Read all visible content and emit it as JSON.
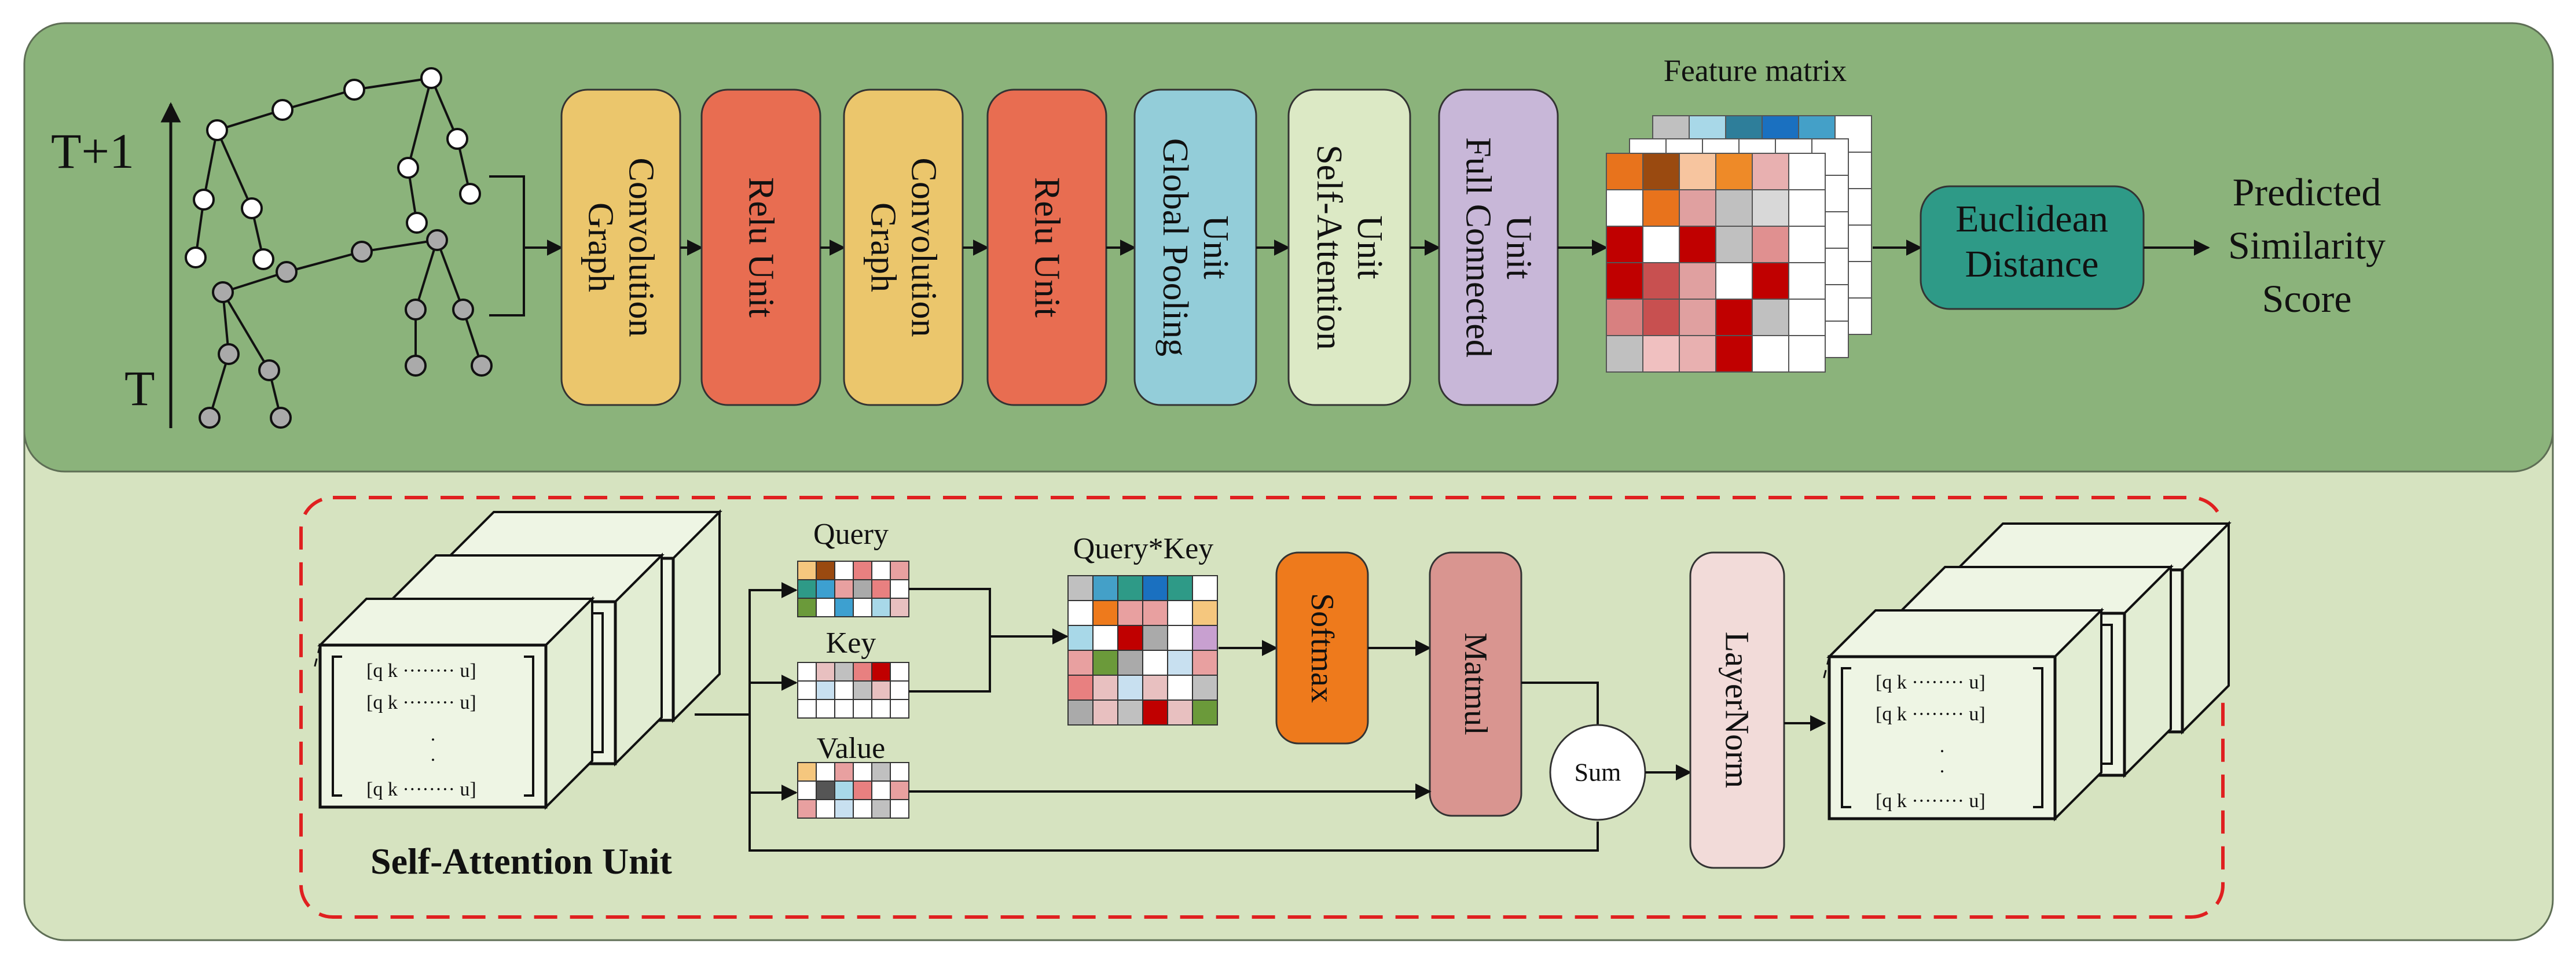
{
  "colors": {
    "top_panel": "#8bb37b",
    "bottom_panel": "#d6e3c0",
    "panel_border": "#5e6e55",
    "graph_conv": "#ebc66c",
    "relu": "#e86d51",
    "global_pool": "#93cdd9",
    "self_attention": "#dce9c5",
    "full_connected": "#c8b7d8",
    "euclidean": "#2e9a87",
    "softmax": "#ee7a1c",
    "matmul": "#d99590",
    "layernorm": "#f2dbd9",
    "dashed": "#e02020",
    "node_top": "#ffffff",
    "node_bottom": "#aaaaaa"
  },
  "skeleton": {
    "label_top": "T+1",
    "label_bottom": "T"
  },
  "pipeline": [
    {
      "id": "graph-convolution-1",
      "lines": [
        "Graph",
        "Convolution"
      ],
      "color": "graph_conv"
    },
    {
      "id": "relu-unit-1",
      "lines": [
        "Relu Unit"
      ],
      "color": "relu"
    },
    {
      "id": "graph-convolution-2",
      "lines": [
        "Graph",
        "Convolution"
      ],
      "color": "graph_conv"
    },
    {
      "id": "relu-unit-2",
      "lines": [
        "Relu Unit"
      ],
      "color": "relu"
    },
    {
      "id": "global-pooling-unit",
      "lines": [
        "Global Pooling",
        "Unit"
      ],
      "color": "global_pool"
    },
    {
      "id": "self-attention-unit",
      "lines": [
        "Self-Attention",
        "Unit"
      ],
      "color": "self_attention"
    },
    {
      "id": "full-connected-unit",
      "lines": [
        "Full Connected",
        "Unit"
      ],
      "color": "full_connected"
    }
  ],
  "feature_matrix": {
    "title": "Feature matrix",
    "front": [
      [
        "#e8731c",
        "#9a4a10",
        "#f7c59f",
        "#ee8a28",
        "#e8b0b0",
        "#ffffff"
      ],
      [
        "#ffffff",
        "#e8731c",
        "#e0a0a0",
        "#c0c0c0",
        "#d8d8d8",
        "#ffffff"
      ],
      [
        "#c00000",
        "#ffffff",
        "#c00000",
        "#c0c0c0",
        "#e09090",
        "#ffffff"
      ],
      [
        "#c00000",
        "#c85050",
        "#e0a0a0",
        "#ffffff",
        "#c00000",
        "#ffffff"
      ],
      [
        "#d88080",
        "#c85050",
        "#e0a0a0",
        "#c00000",
        "#c0c0c0",
        "#ffffff"
      ],
      [
        "#c0c0c0",
        "#f0c0c0",
        "#e8b0b0",
        "#c00000",
        "#ffffff",
        "#ffffff"
      ]
    ],
    "back_top": [
      "#c0c0c0",
      "#a8d8e8",
      "#2e7e9a",
      "#1a70c0",
      "#44a0c8",
      "#ffffff"
    ]
  },
  "euclidean": {
    "lines": [
      "Euclidean",
      "Distance"
    ]
  },
  "output": {
    "lines": [
      "Predicted",
      "Similarity",
      "Score"
    ]
  },
  "attention": {
    "title": "Self-Attention Unit",
    "stack_row": "[q k ········ u]",
    "stack_row_partial": "[q k ········ u]",
    "stack_end": "u]",
    "dot": ".",
    "query_label": "Query",
    "key_label": "Key",
    "value_label": "Value",
    "qk_label": "Query*Key",
    "softmax_label": "Softmax",
    "matmul_label": "Matmul",
    "sum_label": "Sum",
    "layernorm_label": "LayerNorm",
    "query_grid": [
      [
        "#f5c77e",
        "#9a4a10",
        "#ffffff",
        "#e88080",
        "#ffffff",
        "#e8a0a0"
      ],
      [
        "#2e9a87",
        "#3da0d0",
        "#e8a0a0",
        "#aaaaaa",
        "#e88080",
        "#ffffff"
      ],
      [
        "#6b9a3a",
        "#ffffff",
        "#3da0d0",
        "#ffffff",
        "#a8d8e8",
        "#e8c0c0"
      ]
    ],
    "key_grid": [
      [
        "#ffffff",
        "#e8c0c0",
        "#c0c0c0",
        "#e88080",
        "#c00000",
        "#ffffff"
      ],
      [
        "#ffffff",
        "#c8e0f0",
        "#ffffff",
        "#c0c0c0",
        "#e8c0c0",
        "#ffffff"
      ],
      [
        "#ffffff",
        "#ffffff",
        "#ffffff",
        "#ffffff",
        "#ffffff",
        "#ffffff"
      ]
    ],
    "value_grid": [
      [
        "#f5c77e",
        "#ffffff",
        "#e8a0a0",
        "#ffffff",
        "#c0c0c0",
        "#ffffff"
      ],
      [
        "#ffffff",
        "#555555",
        "#a8d8e8",
        "#e88080",
        "#ffffff",
        "#e8a0a0"
      ],
      [
        "#e8a0a0",
        "#ffffff",
        "#c8e0f0",
        "#ffffff",
        "#c0c0c0",
        "#ffffff"
      ]
    ],
    "qk_grid": [
      [
        "#c0c0c0",
        "#44a0c8",
        "#2e9a87",
        "#1a70c0",
        "#2e9a87",
        "#ffffff"
      ],
      [
        "#ffffff",
        "#ee7a1c",
        "#e8a0a0",
        "#e8a0a0",
        "#ffffff",
        "#f5c77e"
      ],
      [
        "#a8d8e8",
        "#ffffff",
        "#c00000",
        "#aaaaaa",
        "#ffffff",
        "#c8a0d0"
      ],
      [
        "#e8a0a0",
        "#6b9a3a",
        "#aaaaaa",
        "#ffffff",
        "#c8e0f0",
        "#e8a0a0"
      ],
      [
        "#e88080",
        "#e8c0c0",
        "#c8e0f0",
        "#e8c0c0",
        "#ffffff",
        "#c0c0c0"
      ],
      [
        "#aaaaaa",
        "#e8c0c0",
        "#c0c0c0",
        "#c00000",
        "#e8c0c0",
        "#6b9a3a"
      ]
    ]
  }
}
